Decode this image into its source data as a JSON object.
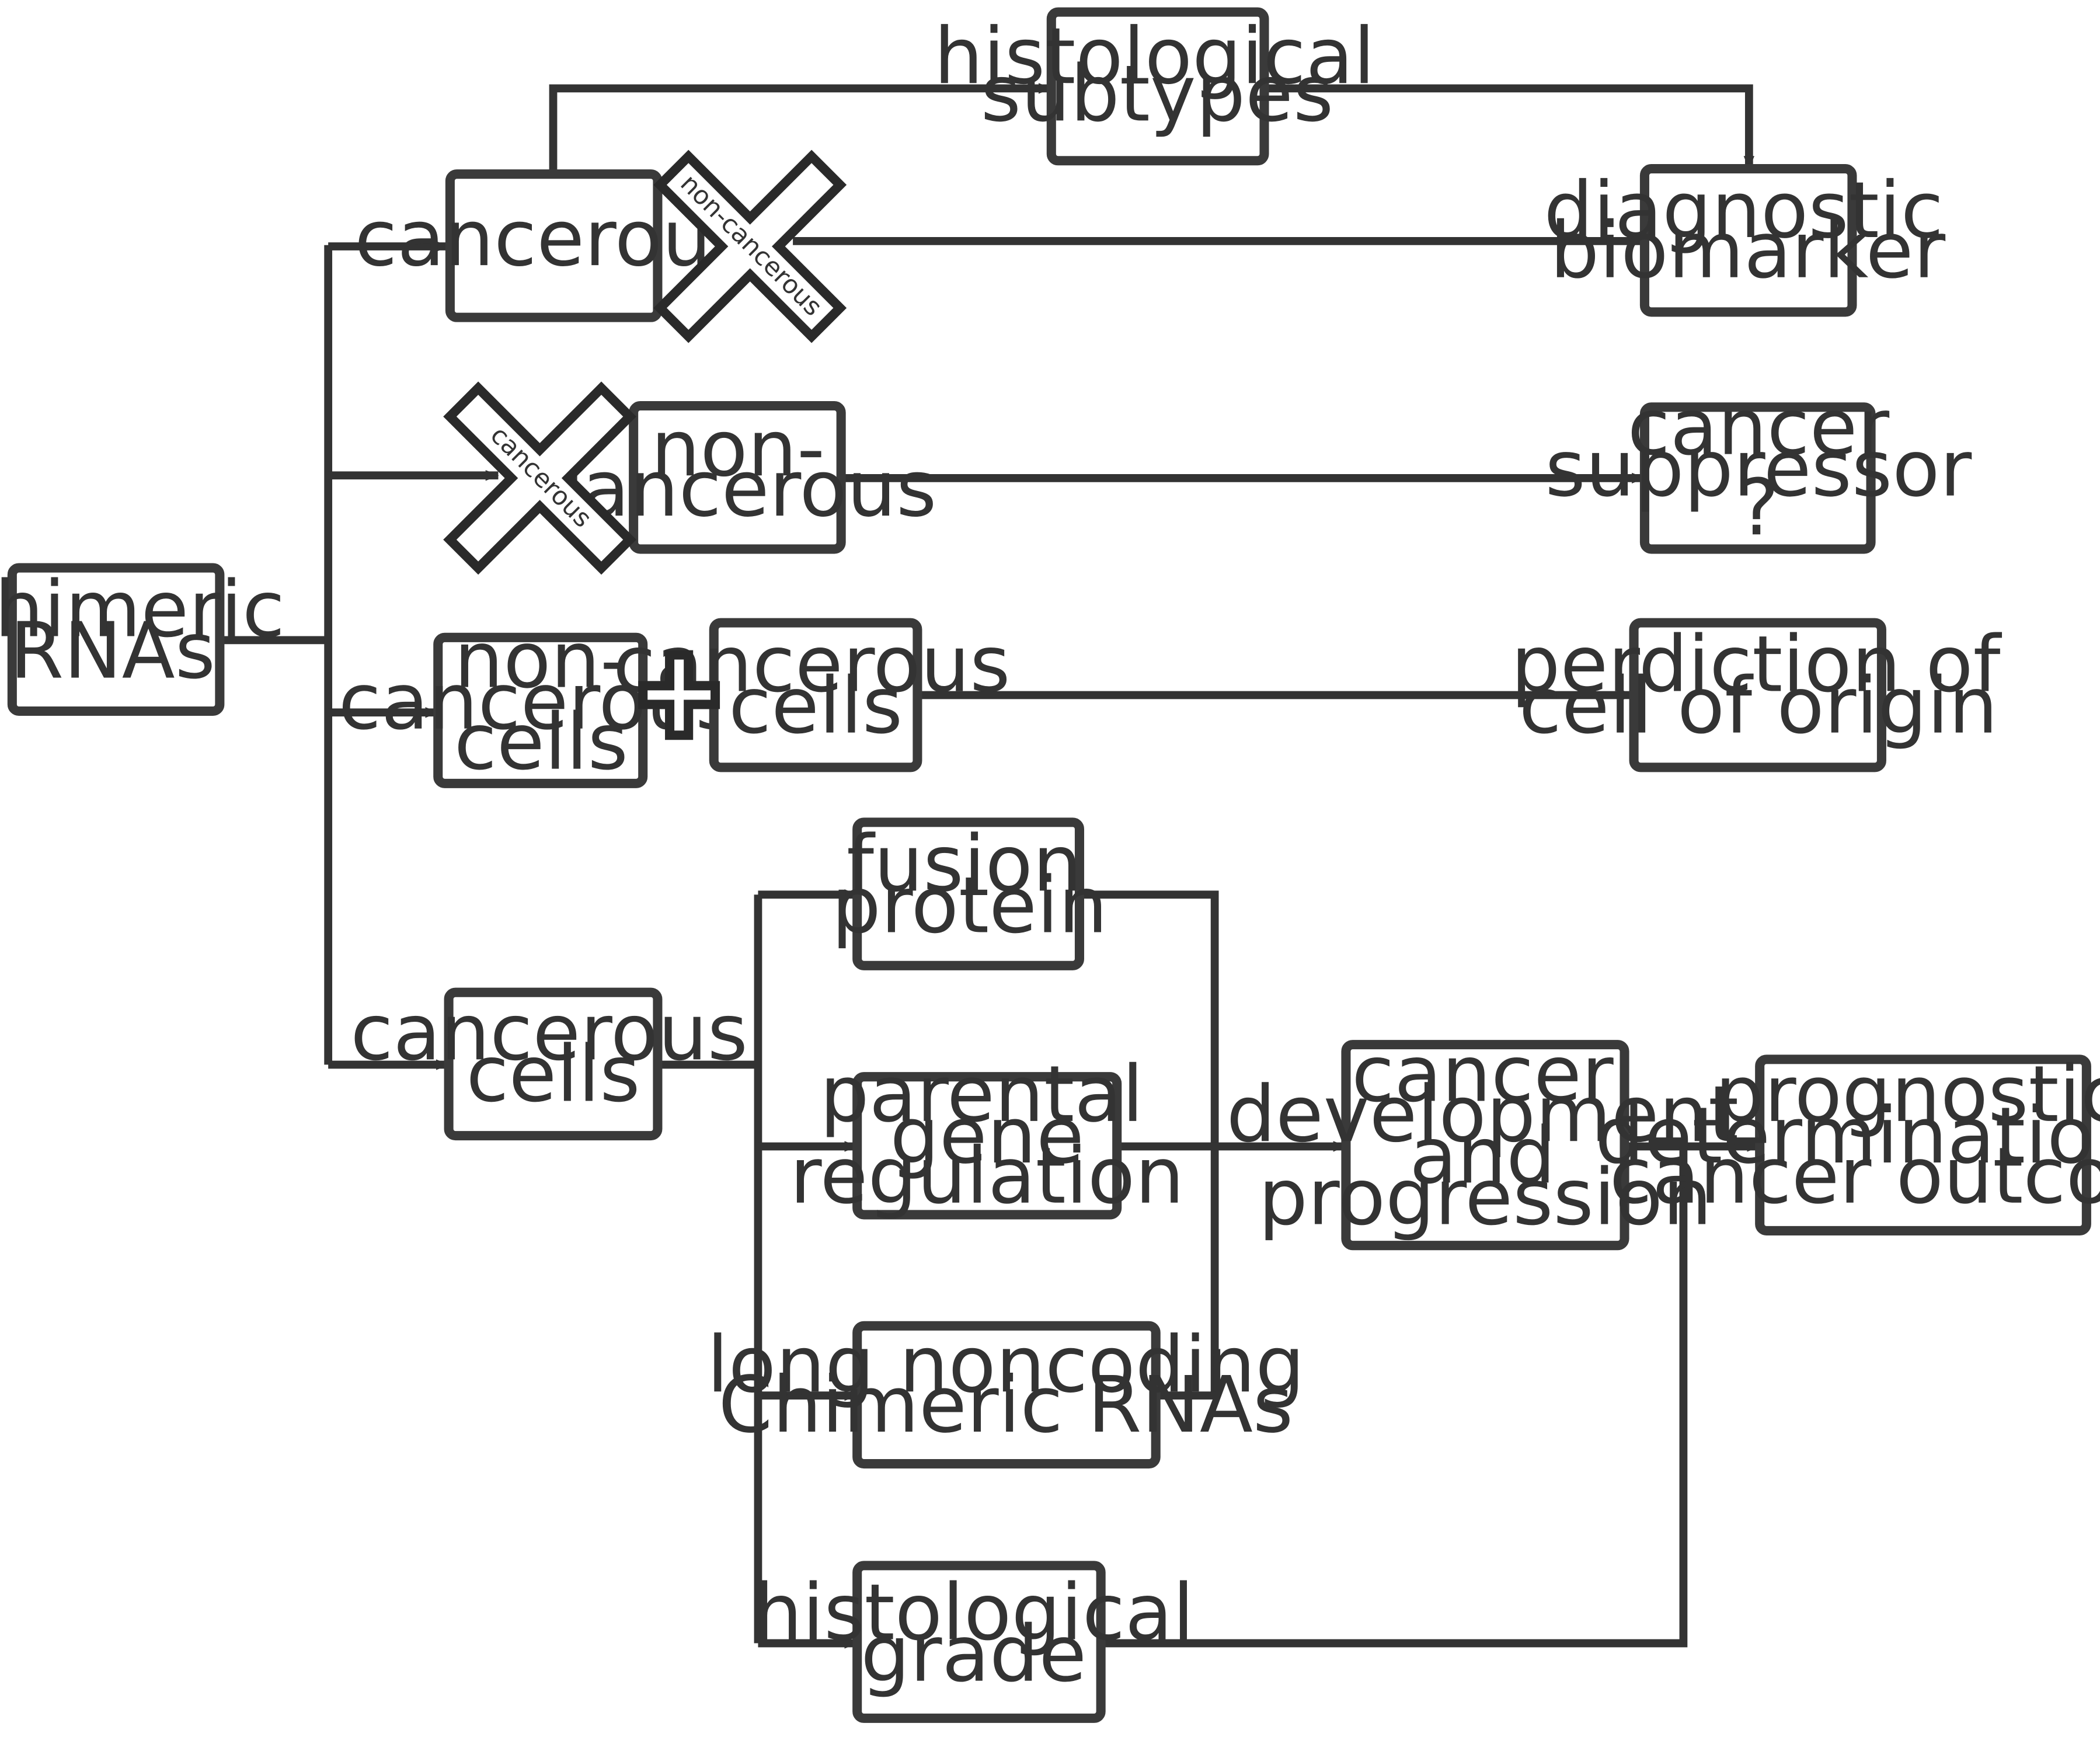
{
  "nodes": {
    "chimeric": [
      "Chimeric",
      "RNAs"
    ],
    "cancerous_top": [
      "cancerous"
    ],
    "histological_subtypes": [
      "histological",
      "subtypes"
    ],
    "diagnostic_biomarker": [
      "diagnostic",
      "biomarker"
    ],
    "noncancerous_row2": [
      "non-",
      "cancerous"
    ],
    "cancer_suppressor": [
      "cancer",
      "suppressor",
      "?"
    ],
    "noncancerous_cells": [
      "non-",
      "cancerous",
      "cells"
    ],
    "cancerous_cells_row3": [
      "cancerous",
      "cells"
    ],
    "perdiction": [
      "perdiction of",
      "cell of origin"
    ],
    "cancerous_cells_row4": [
      "cancerous",
      "cells"
    ],
    "fusion_protein": [
      "fusion",
      "protein"
    ],
    "parental_gene": [
      "parental",
      "gene",
      "regulation"
    ],
    "long_noncoding": [
      "long noncoding",
      "Chimeric RNAs"
    ],
    "histological_grade": [
      "histological",
      "grade"
    ],
    "cancer_development": [
      "cancer",
      "development",
      "and",
      "progression"
    ],
    "prognostic": [
      "prognostic",
      "determination of",
      "cancer outcome"
    ]
  },
  "markers": {
    "cross_top": "non-cancerous",
    "cross_row2": "cancerous"
  },
  "colors": {
    "stroke": "#333333",
    "box_fill": "#ffffff",
    "background": "#ffffff"
  }
}
